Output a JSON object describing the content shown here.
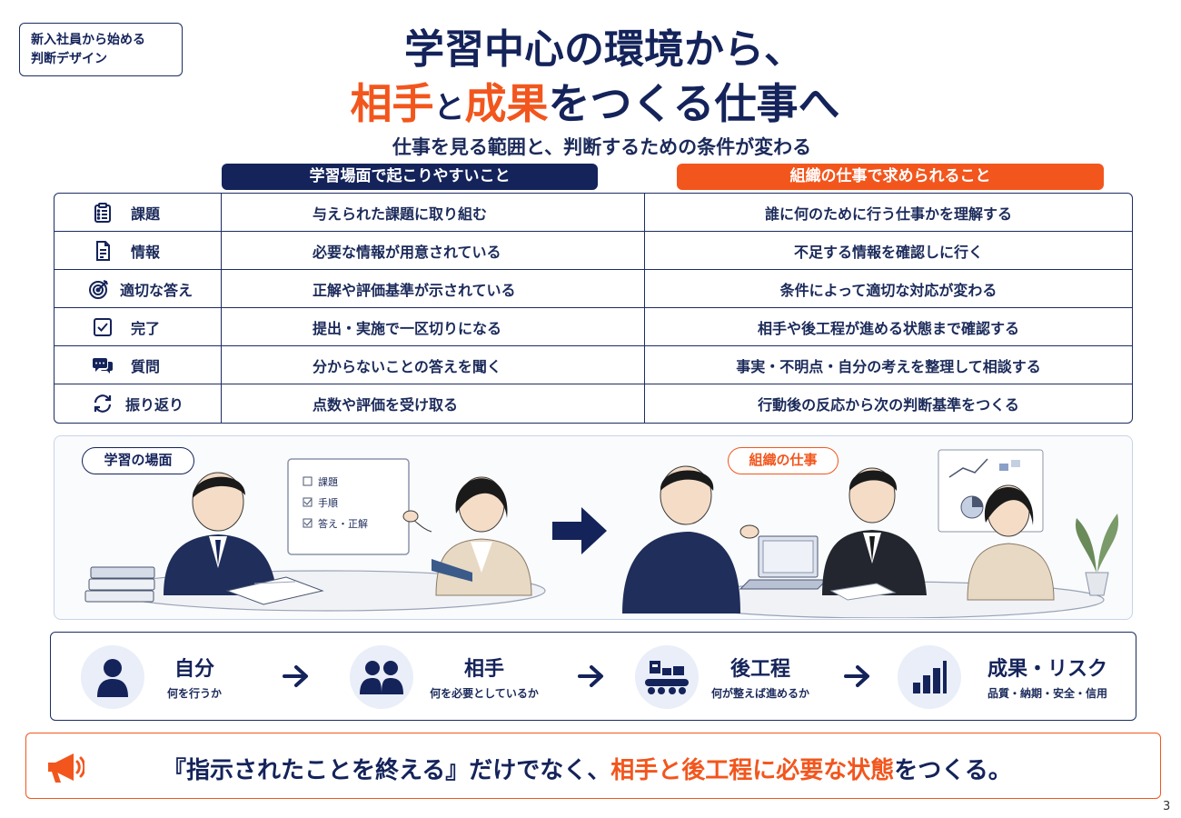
{
  "tag": {
    "line1": "新入社員から始める",
    "line2": "判断デザイン"
  },
  "title": {
    "line1": "学習中心の環境から、",
    "line2_a": "相手",
    "line2_b": "と",
    "line2_c": "成果",
    "line2_d": "をつくる仕事へ",
    "subtitle": "仕事を見る範囲と、判断するための条件が変わる"
  },
  "columns": {
    "learning": "学習場面で起こりやすいこと",
    "organization": "組織の仕事で求められること"
  },
  "rows": [
    {
      "label": "課題",
      "icon": "clipboard-checklist-icon",
      "learning": "与えられた課題に取り組む",
      "organization": "誰に何のために行う仕事かを理解する"
    },
    {
      "label": "情報",
      "icon": "document-icon",
      "learning": "必要な情報が用意されている",
      "organization": "不足する情報を確認しに行く"
    },
    {
      "label": "適切な答え",
      "icon": "target-icon",
      "learning": "正解や評価基準が示されている",
      "organization": "条件によって適切な対応が変わる"
    },
    {
      "label": "完了",
      "icon": "checkbox-icon",
      "learning": "提出・実施で一区切りになる",
      "organization": "相手や後工程が進める状態まで確認する"
    },
    {
      "label": "質問",
      "icon": "speech-bubbles-icon",
      "learning": "分からないことの答えを聞く",
      "organization": "事実・不明点・自分の考えを整理して相談する"
    },
    {
      "label": "振り返り",
      "icon": "cycle-arrows-icon",
      "learning": "点数や評価を受け取る",
      "organization": "行動後の反応から次の判断基準をつくる"
    }
  ],
  "scene": {
    "learning_label": "学習の場面",
    "org_label": "組織の仕事",
    "board_items": [
      "課題",
      "手順",
      "答え・正解"
    ]
  },
  "flow": [
    {
      "label": "自分",
      "desc": "何を行うか",
      "icon": "person-icon"
    },
    {
      "label": "相手",
      "desc": "何を必要としているか",
      "icon": "people-icon"
    },
    {
      "label": "後工程",
      "desc": "何が整えば進めるか",
      "icon": "conveyor-icon"
    },
    {
      "label": "成果・リスク",
      "desc": "品質・納期・安全・信用",
      "icon": "bar-chart-icon"
    }
  ],
  "banner": {
    "part1": "『指示されたことを終える』だけでなく、",
    "highlight": "相手と後工程に必要な状態",
    "part2": "をつくる。",
    "icon": "megaphone-icon"
  },
  "colors": {
    "navy": "#14235a",
    "orange": "#f2561d"
  },
  "page_number": "3"
}
